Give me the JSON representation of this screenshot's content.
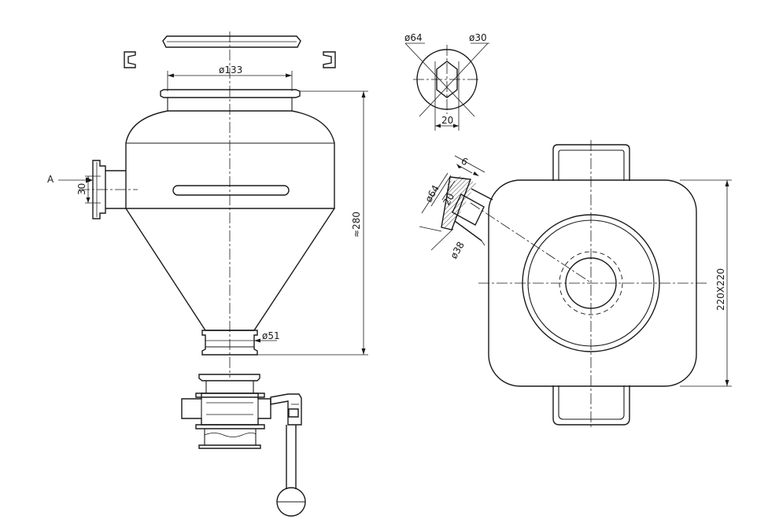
{
  "labels": {
    "dia_133": "ø133",
    "dia_51": "ø51",
    "height_280": "≈280",
    "inlet_30": "30",
    "view_a": "A",
    "dia_64_top": "ø64",
    "dia_30_top": "ø30",
    "slot_20_top": "20",
    "inlet_6": "6",
    "dia_64_side": "ø64",
    "inlet_20": "20",
    "dia_38": "ø38",
    "size_220": "220X220"
  }
}
